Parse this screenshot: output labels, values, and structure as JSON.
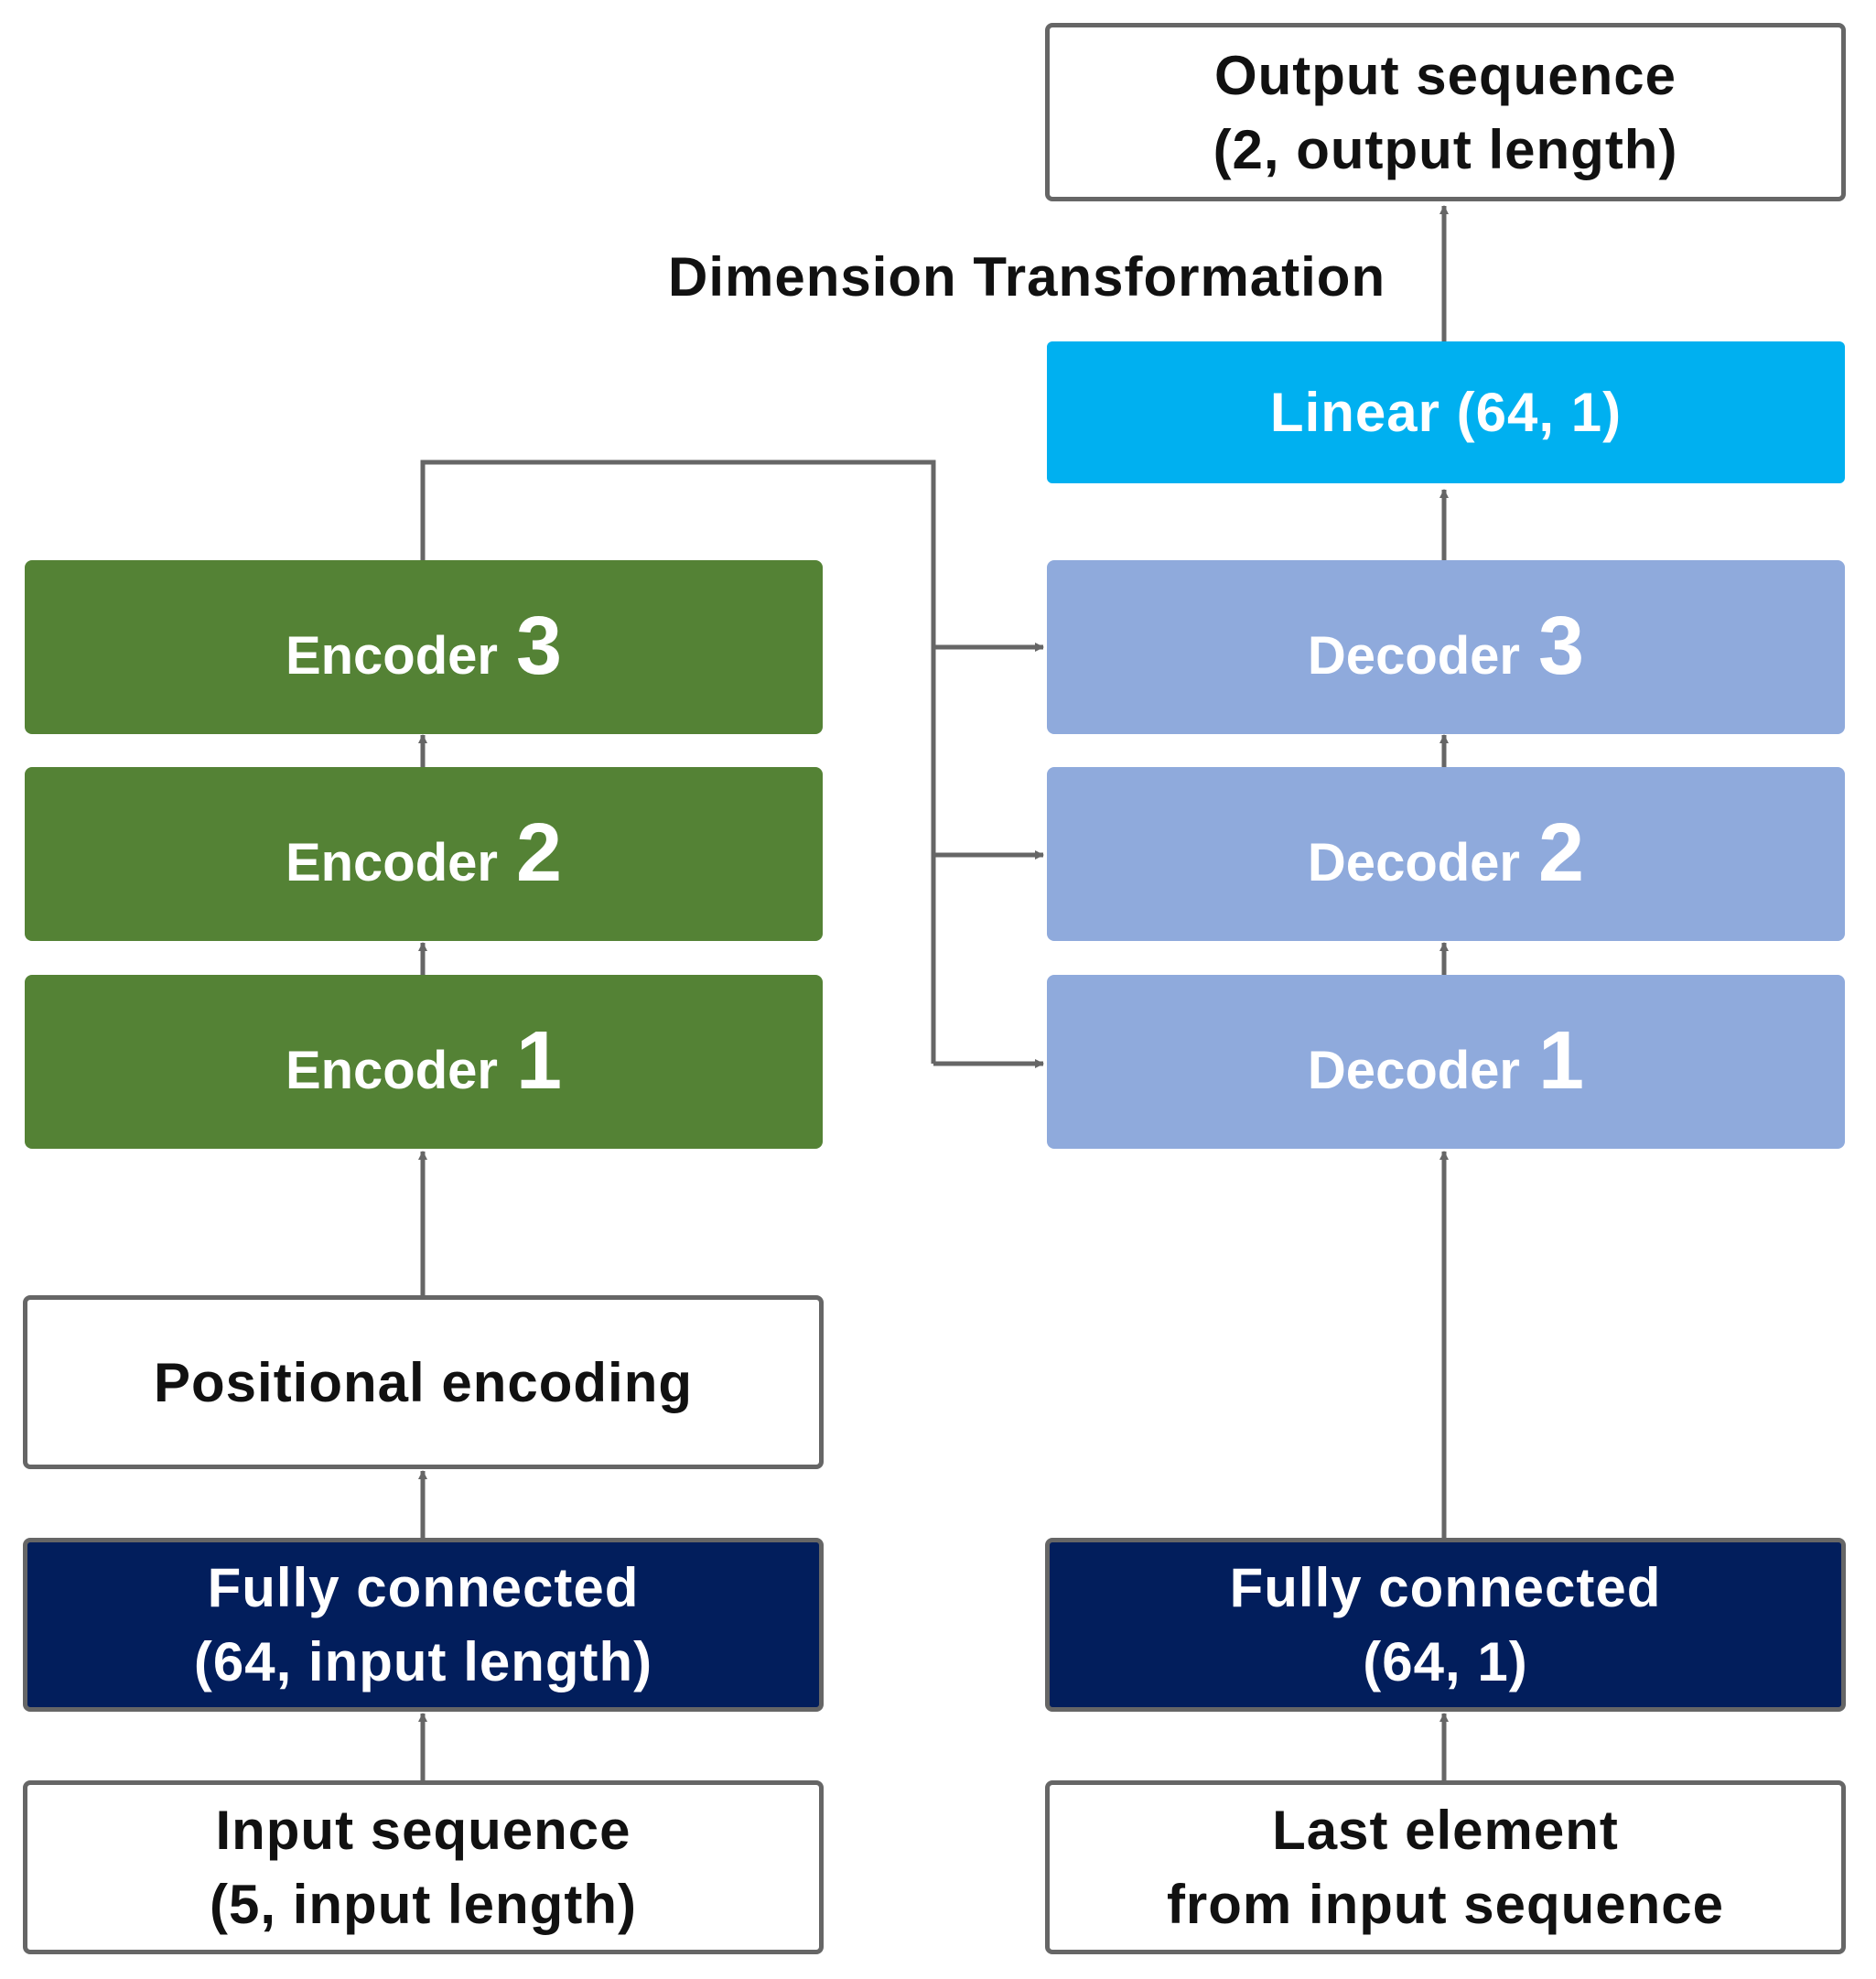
{
  "encoder_side": {
    "input": {
      "line1": "Input sequence",
      "line2": "(5, input length)"
    },
    "fully_connected": {
      "line1": "Fully connected",
      "line2": "(64, input length)"
    },
    "positional_encoding": "Positional encoding",
    "encoders": [
      {
        "label": "Encoder",
        "number": "1"
      },
      {
        "label": "Encoder",
        "number": "2"
      },
      {
        "label": "Encoder",
        "number": "3"
      }
    ]
  },
  "decoder_side": {
    "input": {
      "line1": "Last element",
      "line2": "from input sequence"
    },
    "fully_connected": {
      "line1": "Fully connected",
      "line2": "(64, 1)"
    },
    "decoders": [
      {
        "label": "Decoder",
        "number": "1"
      },
      {
        "label": "Decoder",
        "number": "2"
      },
      {
        "label": "Decoder",
        "number": "3"
      }
    ],
    "linear": "Linear (64, 1)",
    "dimension_label": "Dimension Transformation",
    "output": {
      "line1": "Output sequence",
      "line2": "(2, output length)"
    }
  },
  "colors": {
    "encoder": "#548235",
    "decoder": "#8faadc",
    "linear": "#00b0f0",
    "fully_connected": "#021e5c",
    "arrow": "#666666"
  }
}
